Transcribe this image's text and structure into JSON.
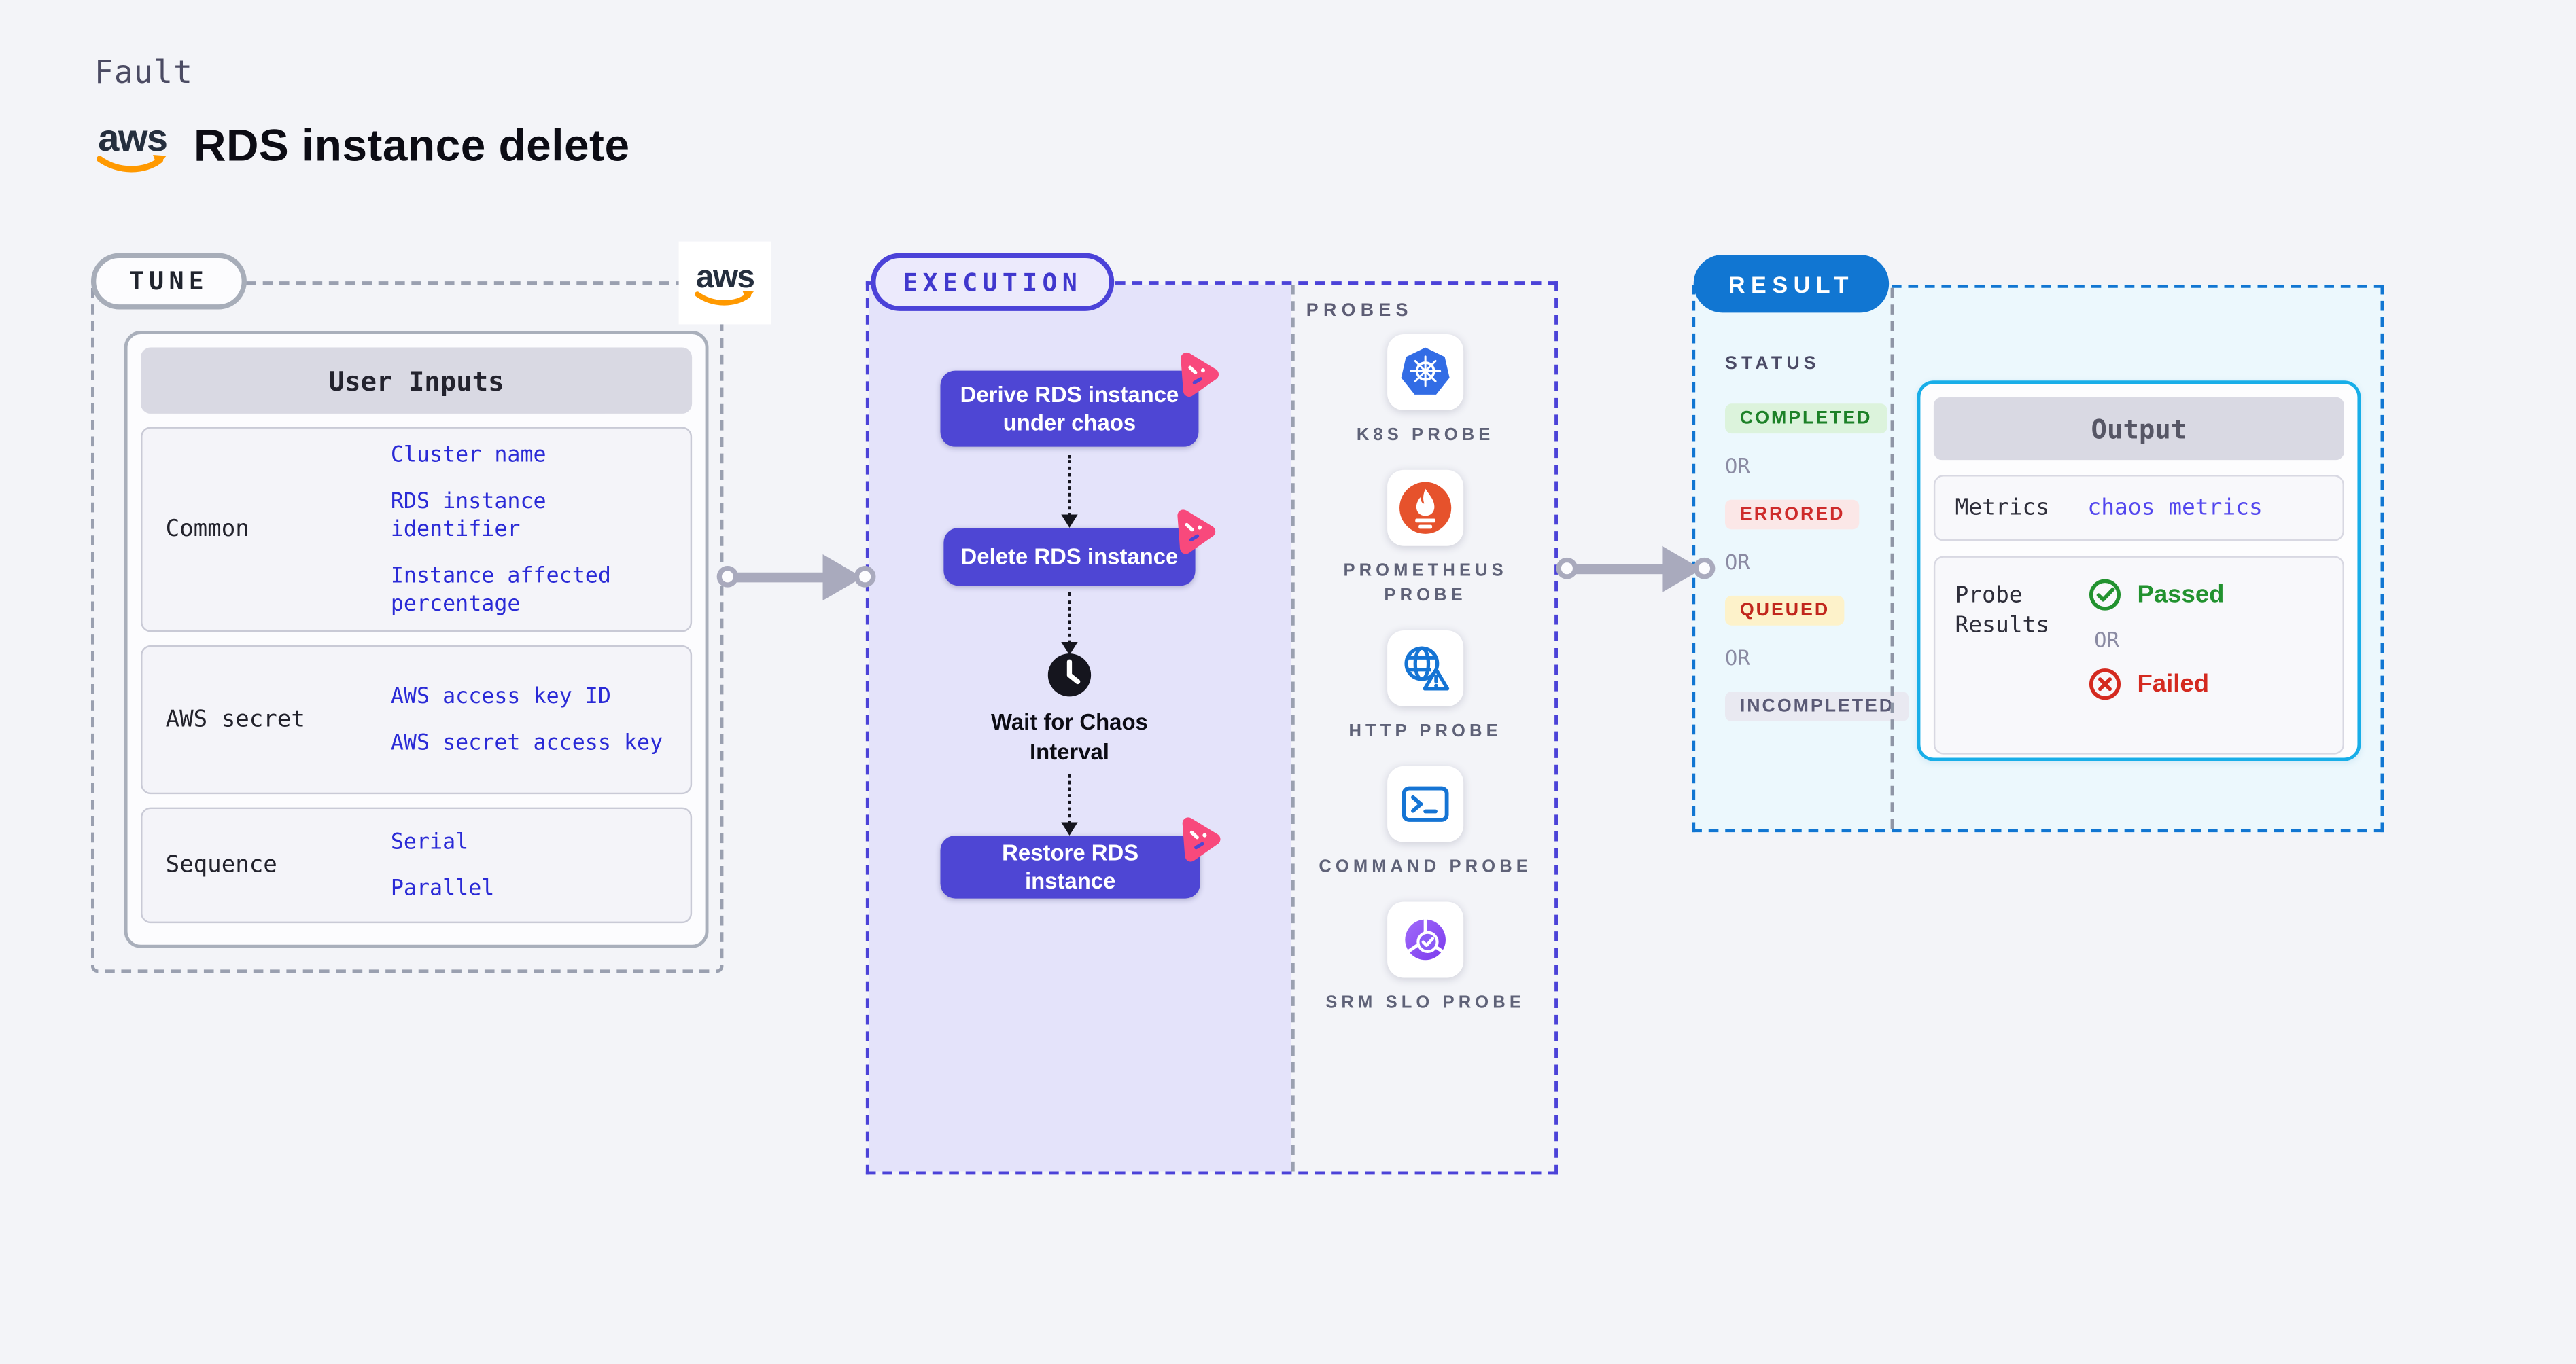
{
  "header": {
    "kind_label": "Fault",
    "title": "RDS instance delete",
    "brand": "aws"
  },
  "tune": {
    "badge": "TUNE",
    "table": {
      "title": "User Inputs",
      "rows": [
        {
          "label": "Common",
          "values": [
            "Cluster name",
            "RDS instance identifier",
            "Instance affected percentage"
          ]
        },
        {
          "label": "AWS secret",
          "values": [
            "AWS access key ID",
            "AWS secret access key"
          ]
        },
        {
          "label": "Sequence",
          "values": [
            "Serial",
            "Parallel"
          ]
        }
      ]
    }
  },
  "execution": {
    "badge": "EXECUTION",
    "steps": [
      {
        "type": "action",
        "label": "Derive RDS instance under chaos",
        "icon": "chaos-experiment-icon"
      },
      {
        "type": "action",
        "label": "Delete RDS instance",
        "icon": "chaos-experiment-icon"
      },
      {
        "type": "wait",
        "label": "Wait for Chaos Interval",
        "icon": "clock-icon"
      },
      {
        "type": "action",
        "label": "Restore RDS instance",
        "icon": "chaos-experiment-icon"
      }
    ]
  },
  "probes": {
    "heading": "PROBES",
    "items": [
      {
        "icon": "kubernetes-icon",
        "label": "K8S PROBE"
      },
      {
        "icon": "prometheus-icon",
        "label": "PROMETHEUS PROBE"
      },
      {
        "icon": "http-globe-warning-icon",
        "label": "HTTP PROBE"
      },
      {
        "icon": "terminal-icon",
        "label": "COMMAND PROBE"
      },
      {
        "icon": "slo-donut-check-icon",
        "label": "SRM SLO PROBE"
      }
    ]
  },
  "result": {
    "badge": "RESULT",
    "status_heading": "STATUS",
    "or_label": "OR",
    "statuses": [
      {
        "label": "COMPLETED",
        "text_color": "#1d8128",
        "bg_color": "#dcf3dc"
      },
      {
        "label": "ERRORED",
        "text_color": "#ce2b2b",
        "bg_color": "#fbe7e7"
      },
      {
        "label": "QUEUED",
        "text_color": "#c1271d",
        "bg_color": "#fdf2ca"
      },
      {
        "label": "INCOMPLETED",
        "text_color": "#5b5b76",
        "bg_color": "#e9e9f1"
      }
    ],
    "output": {
      "title": "Output",
      "metrics_label": "Metrics",
      "metrics_value": "chaos metrics",
      "probe_results_label": "Probe Results",
      "passed_label": "Passed",
      "or_label": "OR",
      "failed_label": "Failed"
    }
  },
  "colors": {
    "page_bg": "#f3f4f8",
    "step_button": "#4e46d4",
    "execution_fill": "#e4e3fa",
    "execution_dash": "#4b42d8",
    "tune_dash": "#9aa0b0",
    "result_dash": "#1176d2",
    "result_fill": "#ecf8fd",
    "output_border": "#18aee8",
    "input_value_text": "#2a2ad6",
    "metrics_value_text": "#5347ee",
    "passed_green": "#22922f",
    "failed_red": "#d42a20",
    "aws_orange": "#ff9900",
    "aws_navy": "#252f3e",
    "chaos_pink": "#f8497c",
    "arrow_gray": "#a9aabd"
  }
}
